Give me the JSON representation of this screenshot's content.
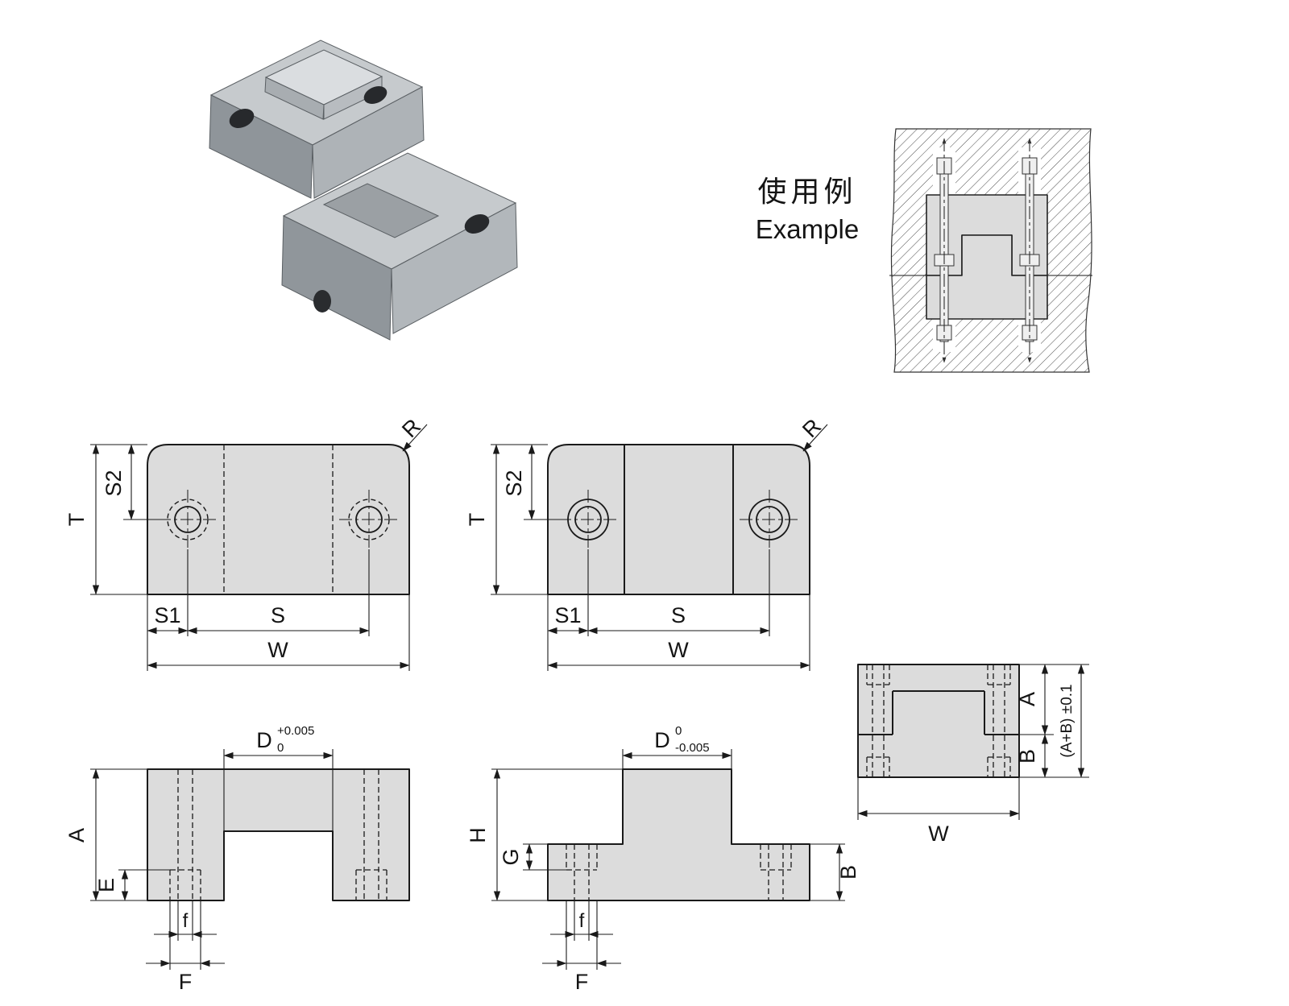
{
  "colors": {
    "example_text": "#3535b2",
    "part_fill": "#dcdcdc",
    "line": "#1a1a1a"
  },
  "example": {
    "title_zh": "使用例",
    "title_en": "Example"
  },
  "views": {
    "top_left": {
      "T": "T",
      "S2": "S2",
      "R": "R",
      "S1": "S1",
      "S": "S",
      "W": "W"
    },
    "top_right": {
      "T": "T",
      "S2": "S2",
      "R": "R",
      "S1": "S1",
      "S": "S",
      "W": "W"
    },
    "front_left": {
      "D": "D",
      "D_tol_upper": "+0.005",
      "D_tol_lower": "0",
      "A": "A",
      "E": "E",
      "f": "f",
      "F": "F"
    },
    "front_right": {
      "D": "D",
      "D_tol_upper": "0",
      "D_tol_lower": "-0.005",
      "H": "H",
      "G": "G",
      "B": "B",
      "f": "f",
      "F": "F"
    },
    "side_assembled": {
      "A": "A",
      "B": "B",
      "AB_total": "(A+B) ±0.1",
      "W": "W"
    }
  }
}
